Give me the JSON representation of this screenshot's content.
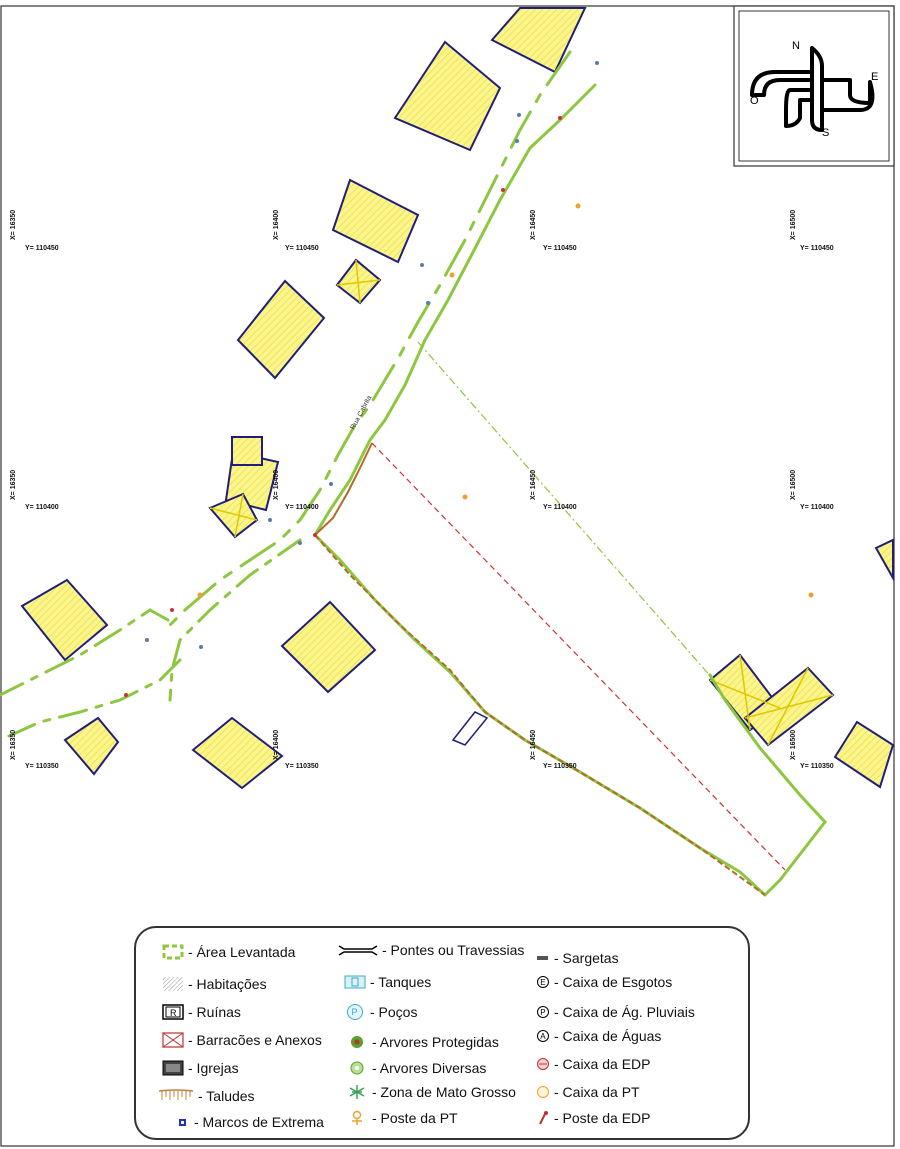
{
  "compass": {
    "north": "N",
    "south": "S",
    "east": "E",
    "west": "O"
  },
  "street_name": "Rua Cabrita",
  "grid": {
    "x_labels": [
      "X= 16350",
      "X= 16400",
      "X= 16450",
      "X= 16500"
    ],
    "y_labels": [
      "Y= 110450",
      "Y= 110400",
      "Y= 110350"
    ]
  },
  "legend": {
    "items": [
      {
        "label": "- Área Levantada",
        "icon": "surveyed-area-icon"
      },
      {
        "label": "- Habitações",
        "icon": "housing-hatch-icon"
      },
      {
        "label": "- Ruínas",
        "icon": "ruins-icon"
      },
      {
        "label": "- Barracões e Anexos",
        "icon": "shed-cross-icon"
      },
      {
        "label": "- Igrejas",
        "icon": "church-hatch-icon"
      },
      {
        "label": "- Taludes",
        "icon": "embankment-icon"
      },
      {
        "label": "- Marcos de Extrema",
        "icon": "boundary-marker-icon"
      },
      {
        "label": "- Pontes ou Travessias",
        "icon": "bridge-icon"
      },
      {
        "label": "- Tanques",
        "icon": "tank-icon"
      },
      {
        "label": "- Poços",
        "icon": "well-icon"
      },
      {
        "label": "- Arvores Protegidas",
        "icon": "protected-tree-icon"
      },
      {
        "label": "- Arvores Diversas",
        "icon": "tree-icon"
      },
      {
        "label": "- Zona de Mato Grosso",
        "icon": "scrub-icon"
      },
      {
        "label": "- Poste da PT",
        "icon": "pt-pole-icon"
      },
      {
        "label": "- Sargetas",
        "icon": "gutter-icon"
      },
      {
        "label": "- Caixa de Esgotos",
        "icon": "sewer-box-icon"
      },
      {
        "label": "- Caixa de Ág. Pluviais",
        "icon": "rainwater-box-icon"
      },
      {
        "label": "- Caixa de Águas",
        "icon": "water-box-icon"
      },
      {
        "label": "- Caixa da EDP",
        "icon": "edp-box-icon"
      },
      {
        "label": "- Caixa da PT",
        "icon": "pt-box-icon"
      },
      {
        "label": "- Poste da EDP",
        "icon": "edp-pole-icon"
      }
    ],
    "symbol_letters": {
      "ruins": "R",
      "well": "P",
      "sewer": "E",
      "rain": "P",
      "water": "A"
    }
  },
  "colors": {
    "building_fill": "#fbf58a",
    "building_edge": "#1f1f7a",
    "road_line": "#8dc63f",
    "boundary_dash": "#d03030",
    "frame": "#333333"
  }
}
